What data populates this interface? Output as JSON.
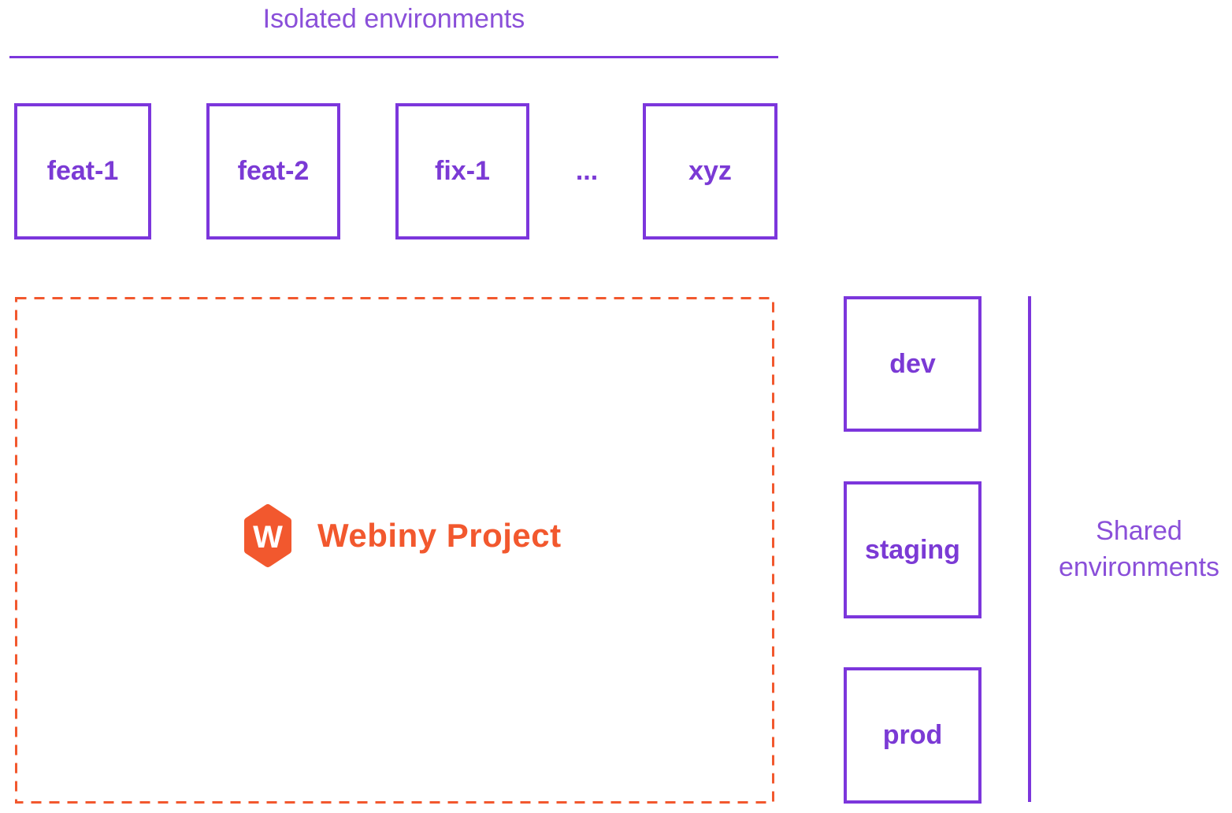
{
  "colors": {
    "purple_line": "#7C36DC",
    "purple_border": "#7C36DC",
    "purple_label": "#7B3AD5",
    "purple_title": "#8A4FD9",
    "orange": "#F2582E",
    "white": "#FFFFFF"
  },
  "isolated": {
    "title": "Isolated environments",
    "boxes": [
      {
        "label": "feat-1"
      },
      {
        "label": "feat-2"
      },
      {
        "label": "fix-1"
      },
      {
        "label": "xyz"
      }
    ],
    "ellipsis": "..."
  },
  "project": {
    "name": "Webiny Project",
    "logo_letter": "W"
  },
  "shared": {
    "title": "Shared environments",
    "boxes": [
      {
        "label": "dev"
      },
      {
        "label": "staging"
      },
      {
        "label": "prod"
      }
    ]
  }
}
